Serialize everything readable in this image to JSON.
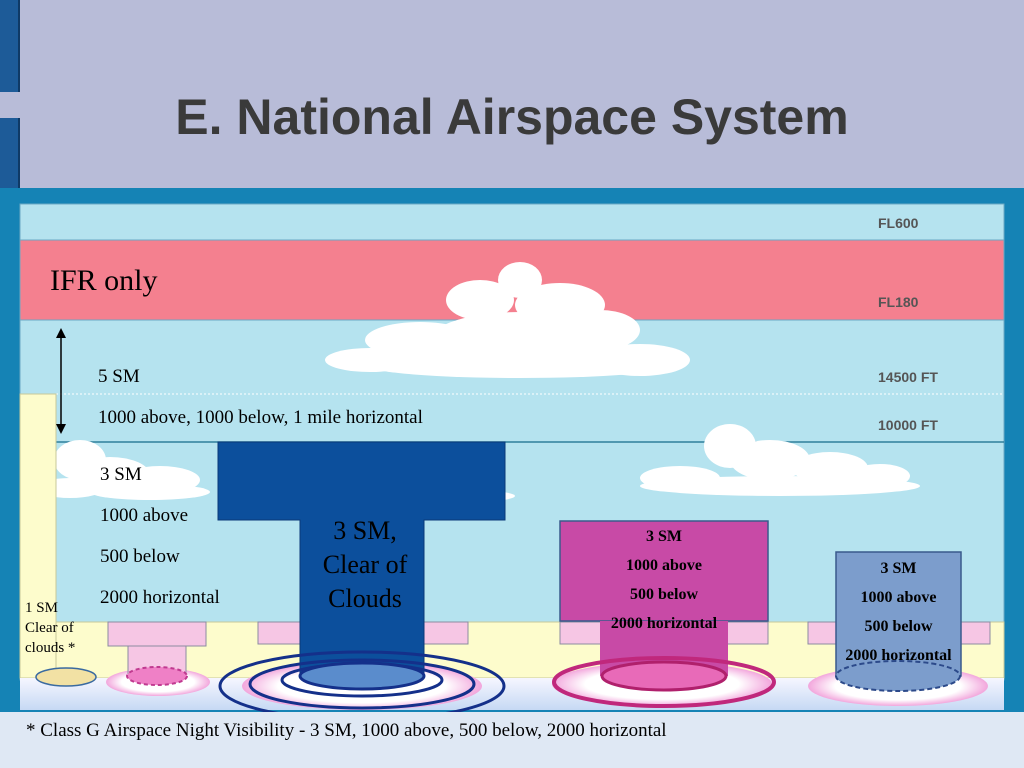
{
  "title": "E. National Airspace System",
  "altitudes": [
    "FL600",
    "FL180",
    "14500 FT",
    "10000 FT"
  ],
  "ifr_label": "IFR only",
  "class_e_upper": [
    "5 SM",
    "1000 above, 1000 below, 1 mile horizontal"
  ],
  "class_e_lower": [
    "3 SM",
    "1000 above",
    "500 below",
    "2000 horizontal"
  ],
  "class_b": [
    "3 SM,",
    "Clear of",
    "Clouds"
  ],
  "class_c": [
    "3 SM",
    "1000 above",
    "500 below",
    "2000 horizontal"
  ],
  "class_d": [
    "3 SM",
    "1000 above",
    "500 below",
    "2000 horizontal"
  ],
  "class_g_day": [
    "1 SM",
    "Clear of",
    "clouds *"
  ],
  "footnote": "* Class G Airspace Night Visibility - 3 SM, 1000 above, 500 below, 2000 horizontal",
  "colors": {
    "ifr": "#f4808f",
    "sky": "#b5e3ef",
    "class_b": "#0c4f9c",
    "class_c": "#c84aa6",
    "class_d": "#7c9dcc",
    "class_g": "#fdfccc"
  }
}
